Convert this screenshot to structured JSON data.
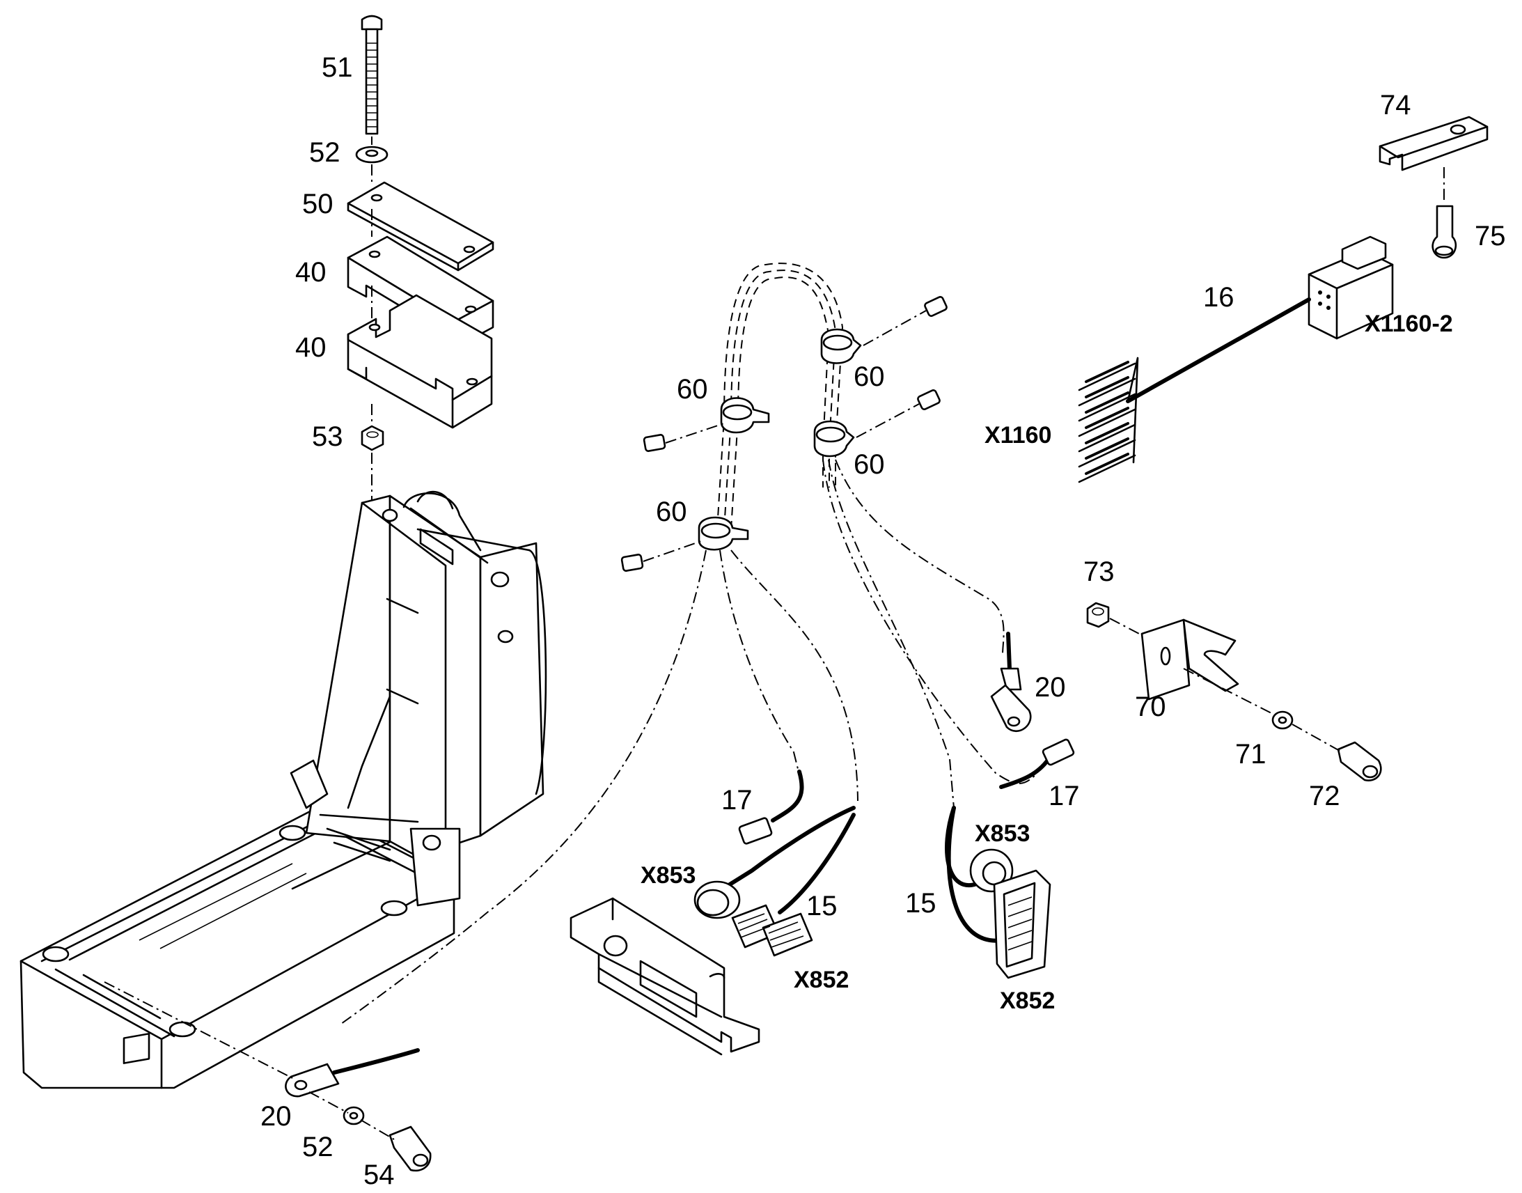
{
  "labels": {
    "p51": "51",
    "p52_top": "52",
    "p50": "50",
    "p40_a": "40",
    "p40_b": "40",
    "p53": "53",
    "p60_a": "60",
    "p60_b": "60",
    "p60_c": "60",
    "p60_d": "60",
    "p74": "74",
    "p75": "75",
    "p16": "16",
    "x1160_2": "X1160-2",
    "x1160": "X1160",
    "p73": "73",
    "p70": "70",
    "p71": "71",
    "p72": "72",
    "p20_right": "20",
    "p17_right": "17",
    "p17_left": "17",
    "x853_left": "X853",
    "p15_left": "15",
    "x852_left": "X852",
    "x853_right": "X853",
    "p15_right": "15",
    "x852_right": "X852",
    "p20_bottom": "20",
    "p52_bottom": "52",
    "p54": "54"
  }
}
